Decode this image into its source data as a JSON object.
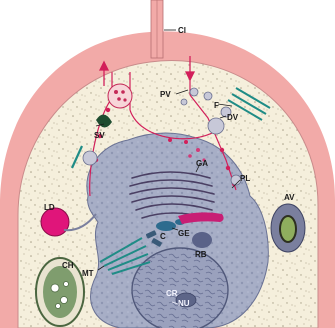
{
  "diagram": {
    "labels": {
      "cl": "Cl",
      "pv": "PV",
      "f": "F",
      "dv": "DV",
      "sv": "SV",
      "ga": "GA",
      "pl": "PL",
      "ld": "LD",
      "av": "AV",
      "c": "C",
      "ge": "GE",
      "rb": "RB",
      "mt": "MT",
      "ch": "CH",
      "cr": "CR",
      "nu": "NU"
    },
    "colors": {
      "cell_wall": "#f2aaa8",
      "cytoplasm": "#f5efdc",
      "nucleus": "#a7aec6",
      "endomembrane": "#5e86a8",
      "lipid_droplet": "#e0157a",
      "microtubule": "#1f8c86",
      "chloroplast": "#7f9d6e",
      "vesicle_path": "#d21f5a"
    }
  }
}
